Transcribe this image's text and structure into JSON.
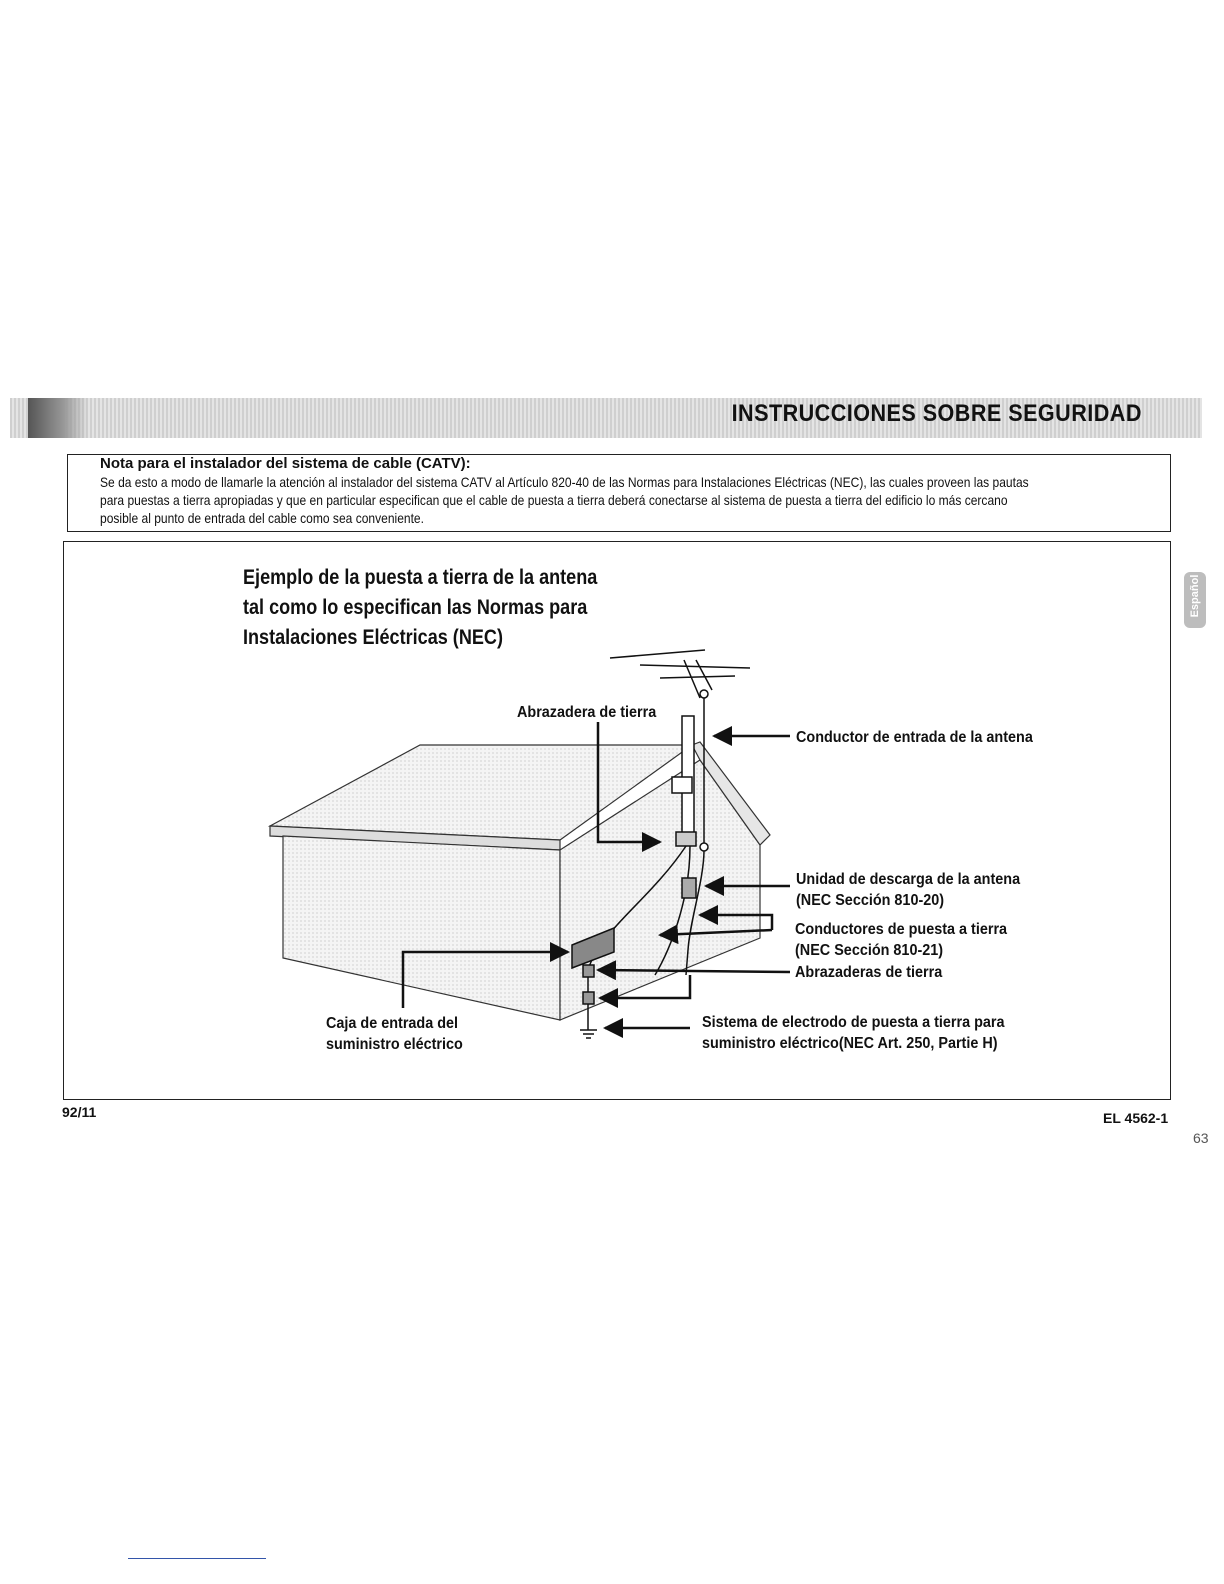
{
  "header": {
    "title": "INSTRUCCIONES SOBRE SEGURIDAD"
  },
  "note": {
    "title": "Nota para el instalador del sistema de cable (CATV):",
    "lines": [
      "Se da esto a modo de llamarle la atención al instalador del sistema CATV al Artículo 820-40 de las Normas para Instalaciones Eléctricas (NEC), las cuales proveen las pautas",
      "para puestas a tierra apropiadas y que en particular especifican que el cable de puesta a tierra deberá conectarse al sistema de puesta a tierra del edificio lo más cercano",
      "posible al punto de entrada del cable como sea conveniente."
    ]
  },
  "figure": {
    "title_lines": [
      "Ejemplo de la puesta a tierra de la antena",
      "tal como lo especifican las Normas para",
      "Instalaciones Eléctricas (NEC)"
    ],
    "labels": {
      "ground_clamp": "Abrazadera de tierra",
      "lead_in": "Conductor de entrada de la antena",
      "discharge_unit_1": "Unidad de descarga de la antena",
      "discharge_unit_2": "(NEC Sección 810-20)",
      "grounding_conductors_1": "Conductores de puesta a tierra",
      "grounding_conductors_2": "(NEC Sección 810-21)",
      "ground_clamps": "Abrazaderas de tierra",
      "service_box_1": "Caja de entrada del",
      "service_box_2": "suministro eléctrico",
      "electrode_1": "Sistema de electrodo de puesta a  tierra para",
      "electrode_2": "suministro eléctrico(NEC Art. 250, Partie H)"
    }
  },
  "side_tab": {
    "label": "Español"
  },
  "footer": {
    "left": "92/11",
    "right": "EL 4562-1",
    "page": "63"
  }
}
